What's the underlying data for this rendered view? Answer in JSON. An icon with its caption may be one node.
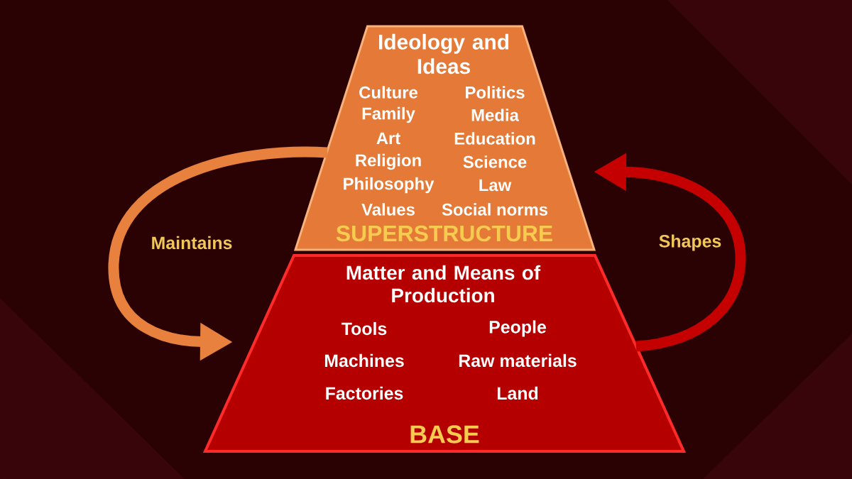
{
  "diagram": {
    "nodes": [
      {
        "text": [
          "Ideology and Ideas",
          "Culture",
          "Politics",
          "Family",
          "Media",
          "Art",
          "Education",
          "Religion",
          "Science",
          "Philosophy",
          "Law",
          "Values",
          "Social norms",
          "SUPERSTRUCTURE"
        ]
      },
      {
        "text": [
          "Matter and Means of Production",
          "Tools",
          "People",
          "Machines",
          "Raw materials",
          "Factories",
          "Land",
          "BASE"
        ]
      }
    ],
    "edges": [
      {
        "from": 0,
        "to": 1,
        "arrow": "to",
        "label": "Maintains",
        "color": "#e8803e"
      },
      {
        "from": 1,
        "to": 0,
        "arrow": "to",
        "label": "Shapes",
        "color": "#c40000"
      }
    ]
  }
}
